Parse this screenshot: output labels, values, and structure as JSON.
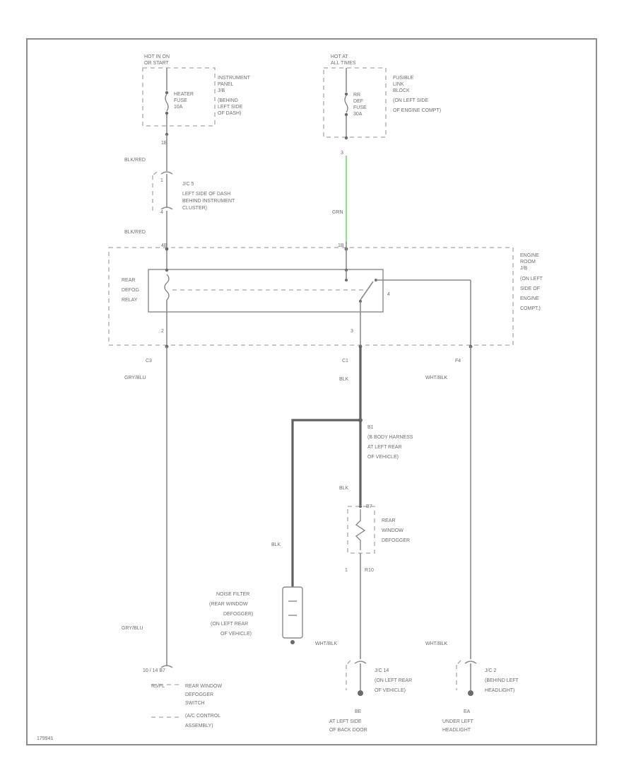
{
  "fuse_left": {
    "hot": "HOT IN ON",
    "hot2": "OR START",
    "fuse": [
      "HEATER",
      "FUSE",
      "10A"
    ],
    "location": [
      "INSTRUMENT",
      "PANEL",
      "J/B",
      "(BEHIND",
      "LEFT SIDE",
      "OF DASH)"
    ],
    "pin_top": "1E"
  },
  "fuse_right": {
    "hot": "HOT AT",
    "hot2": "ALL TIMES",
    "fuse": [
      "RR",
      "DEF",
      "FUSE",
      "30A"
    ],
    "location": [
      "FUSIBLE",
      "LINK",
      "BLOCK",
      "(ON LEFT SIDE",
      "OF ENGINE COMPT)"
    ],
    "pin": "3"
  },
  "wires": {
    "blk_red_1": "BLK/RED",
    "blk_red_2": "BLK/RED",
    "grn": "GRN",
    "gry_blu_1": "GRY/BLU",
    "gry_blu_2": "GRY/BLU",
    "blk_1": "BLK",
    "blk_2": "BLK",
    "blk_3": "BLK",
    "wht_blk_1": "WHT/BLK",
    "wht_blk_2": "WHT/BLK",
    "wht_blk_3": "WHT/BLK"
  },
  "jc_left": {
    "pin_top": "1",
    "pin_bottom": "4",
    "label": [
      "J/C 5",
      "LEFT SIDE OF DASH",
      "BEHIND INSTRUMENT",
      "CLUSTER)"
    ]
  },
  "relay": {
    "label": [
      "REAR",
      "DEFOG",
      "RELAY"
    ],
    "pin_left_top": "4B",
    "pin_right_top": "1B",
    "pin_left_bottom": "2",
    "pin_mid_bottom": "3",
    "pin_switch": "4",
    "conn_left": "C3",
    "conn_mid": "C1",
    "conn_right": "F4"
  },
  "engine_jb": [
    "ENGINE",
    "ROOM",
    "J/B",
    "(ON LEFT",
    "SIDE OF",
    "ENGINE",
    "COMPT.)"
  ],
  "splice": {
    "id": "B1",
    "label": [
      "(B BODY HARNESS",
      "AT LEFT REAR",
      "OF VEHICLE)"
    ]
  },
  "defogger": {
    "pin": "B7",
    "label": [
      "REAR",
      "WINDOW",
      "DEFOGGER"
    ],
    "pin_bottom": "1",
    "pin_bottom2": "R10"
  },
  "noise_filter": [
    "NOISE FILTER",
    "(REAR WINDOW",
    "DEFOGGER)",
    "(ON LEFT REAR",
    "OF VEHICLE)"
  ],
  "switch": {
    "pins": "10 / 14 B7",
    "id": "R5/FL",
    "label": [
      "REAR WINDOW",
      "DEFOGGER",
      "SWITCH",
      "(A/C CONTROL",
      "ASSEMBLY)"
    ]
  },
  "jc_mid": [
    "J/C 14",
    "(ON LEFT REAR",
    "OF VEHICLE)"
  ],
  "jc_right": [
    "J/C 2",
    "(BEHIND LEFT",
    "HEADLIGHT)"
  ],
  "ground_mid": {
    "id": "BE",
    "label": [
      "AT LEFT SIDE",
      "OF BACK DOOR"
    ]
  },
  "ground_right": {
    "id": "EA",
    "label": [
      "UNDER LEFT",
      "HEADLIGHT"
    ]
  },
  "footer_code": "179941",
  "colors": {
    "wire": "#8a8a8a",
    "green_wire": "#8fe08f",
    "text": "#6e6e6e"
  }
}
